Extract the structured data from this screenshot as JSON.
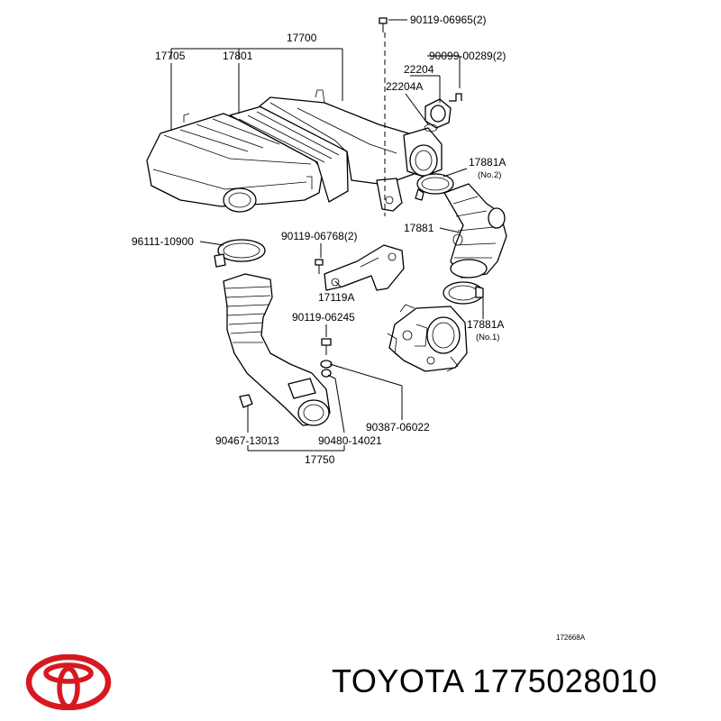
{
  "diagram": {
    "callouts": {
      "c17700": "17700",
      "c17705": "17705",
      "c17801": "17801",
      "c90119_06965": "90119-06965(2)",
      "c90099_00289": "90099-00289(2)",
      "c22204": "22204",
      "c22204A": "22204A",
      "c17881A_top": "17881A",
      "c_no2": "(No.2)",
      "c96111_10900": "96111-10900",
      "c90119_06768": "90119-06768(2)",
      "c17881": "17881",
      "c17119A": "17119A",
      "c90119_06245": "90119-06245",
      "c17881A_bot": "17881A",
      "c_no1": "(No.1)",
      "c90387_06022": "90387-06022",
      "c90467_13013": "90467-13013",
      "c90480_14021": "90480-14021",
      "c17750": "17750"
    },
    "figure_code": "172668A"
  },
  "footer": {
    "brand_part": "TOYOTA 1775028010"
  },
  "colors": {
    "logo": "#d7191f",
    "ink": "#000000"
  }
}
